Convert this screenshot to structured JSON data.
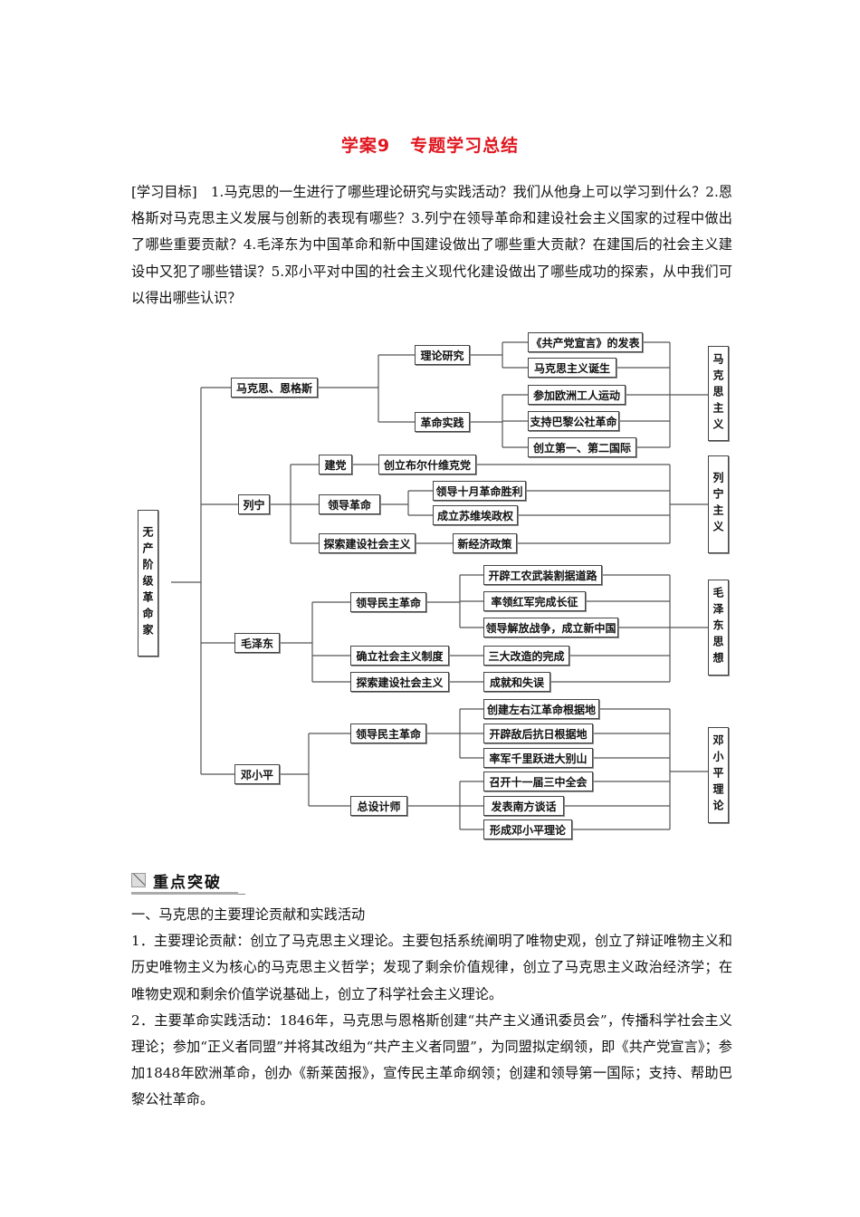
{
  "page": {
    "title_left": "学案9",
    "title_right": "专题学习总结",
    "objectives": "[学习目标]　1.马克思的一生进行了哪些理论研究与实践活动？我们从他身上可以学习到什么？2.恩格斯对马克思主义发展与创新的表现有哪些？3.列宁在领导革命和建设社会主义国家的过程中做出了哪些重要贡献？4.毛泽东为中国革命和新中国建设做出了哪些重大贡献？在建国后的社会主义建设中又犯了哪些错误？5.邓小平对中国的社会主义现代化建设做出了哪些成功的探索，从中我们可以得出哪些认识？"
  },
  "diagram": {
    "root": "无产阶级革命家",
    "marx": {
      "name": "马克思、恩格斯",
      "theory": "理论研究",
      "theory_items": [
        "《共产党宣言》的发表",
        "马克思主义诞生"
      ],
      "practice": "革命实践",
      "practice_items": [
        "参加欧洲工人运动",
        "支持巴黎公社革命",
        "创立第一、第二国际"
      ],
      "result": "马克思主义"
    },
    "lenin": {
      "name": "列宁",
      "party": "建党",
      "party_item": "创立布尔什维克党",
      "lead": "领导革命",
      "lead_items": [
        "领导十月革命胜利",
        "成立苏维埃政权"
      ],
      "explore": "探索建设社会主义",
      "explore_item": "新经济政策",
      "result": "列宁主义"
    },
    "mao": {
      "name": "毛泽东",
      "lead": "领导民主革命",
      "lead_items": [
        "开辟工农武装割据道路",
        "率领红军完成长征",
        "领导解放战争，成立新中国"
      ],
      "establish": "确立社会主义制度",
      "establish_item": "三大改造的完成",
      "explore": "探索建设社会主义",
      "explore_item": "成就和失误",
      "result": "毛泽东思想"
    },
    "deng": {
      "name": "邓小平",
      "lead": "领导民主革命",
      "lead_items": [
        "创建左右江革命根据地",
        "开辟敌后抗日根据地",
        "率军千里跃进大别山"
      ],
      "architect": "总设计师",
      "architect_items": [
        "召开十一届三中全会",
        "发表南方谈话",
        "形成邓小平理论"
      ],
      "result": "邓小平理论"
    }
  },
  "section": {
    "heading": "重点突破",
    "sub1": "一、马克思的主要理论贡献和实践活动",
    "p1": "1．主要理论贡献：创立了马克思主义理论。主要包括系统阐明了唯物史观，创立了辩证唯物主义和历史唯物主义为核心的马克思主义哲学；发现了剩余价值规律，创立了马克思主义政治经济学；在唯物史观和剩余价值学说基础上，创立了科学社会主义理论。",
    "p2": "2．主要革命实践活动：1846年，马克思与恩格斯创建“共产主义通讯委员会”，传播科学社会主义理论；参加“正义者同盟”并将其改组为“共产主义者同盟”，为同盟拟定纲领，即《共产党宣言》；参加1848年欧洲革命，创办《新莱茵报》，宣传民主革命纲领；创建和领导第一国际；支持、帮助巴黎公社革命。"
  }
}
